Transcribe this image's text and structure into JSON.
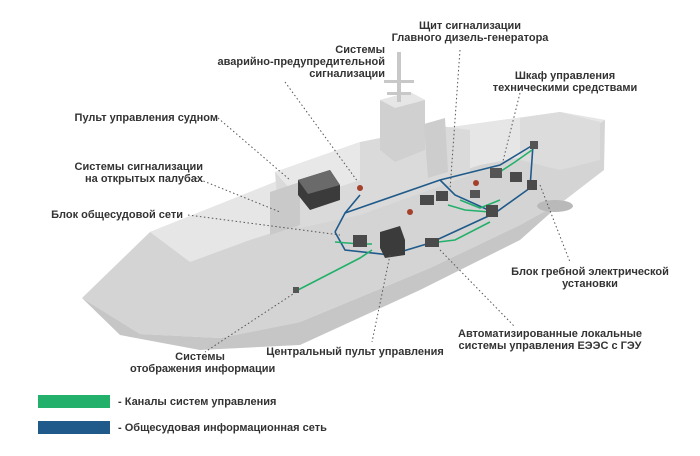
{
  "colors": {
    "control_channel": "#23b06a",
    "info_network": "#1f5a8a",
    "hull_light": "#e2e2e2",
    "hull_mid": "#cfcfcf",
    "hull_dark": "#bdbdbd",
    "leader": "#555555"
  },
  "labels": {
    "emergency_alarm": [
      "Системы",
      "аварийно-предупредительной",
      "сигнализации"
    ],
    "ship_console": [
      "Пульт управления судном"
    ],
    "deck_alarm": [
      "Системы сигнализации",
      "на открытых палубах"
    ],
    "network_unit": [
      "Блок общесудовой сети"
    ],
    "diesel_panel": [
      "Щит сигнализации",
      "Главного дизель-генератора"
    ],
    "tech_cabinet": [
      "Шкаф управления",
      "техническими средствами"
    ],
    "propulsion_unit": [
      "Блок гребной электрической",
      "установки"
    ],
    "local_systems": [
      "Автоматизированные локальные",
      "системы управления ЕЭЭС с ГЭУ"
    ],
    "central_console": [
      "Центральный пульт управления"
    ],
    "display_systems": [
      "Системы",
      "отображения информации"
    ]
  },
  "legend": [
    {
      "text": "- Каналы систем управления",
      "color": "#23b06a"
    },
    {
      "text": "- Общесудовая информационная сеть",
      "color": "#1f5a8a"
    }
  ]
}
